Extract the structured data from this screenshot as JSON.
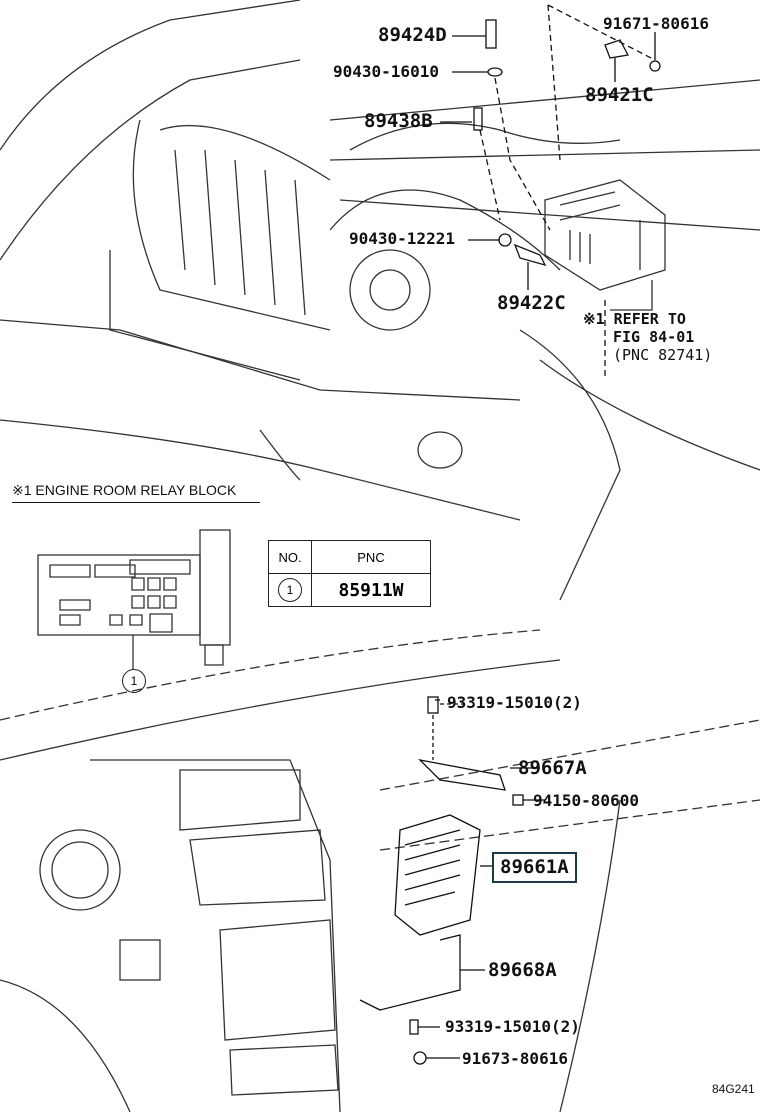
{
  "upper_labels": {
    "p89424D": "89424D",
    "p90430_16010": "90430-16010",
    "p89438B": "89438B",
    "p91671_80616": "91671-80616",
    "p89421C": "89421C",
    "p90430_12221": "90430-12221",
    "p89422C": "89422C"
  },
  "refer_note": {
    "line1": "※1 REFER TO",
    "line2": "FIG 84-01",
    "line3": "(PNC 82741)"
  },
  "relay_block": {
    "heading": "※1  ENGINE ROOM RELAY BLOCK",
    "callout": "1",
    "table": {
      "headers": [
        "NO.",
        "PNC"
      ],
      "rows": [
        {
          "no": "1",
          "pnc": "85911W"
        }
      ]
    }
  },
  "lower_labels": {
    "p93319_top": "93319-15010(2)",
    "p89667A": "89667A",
    "p94150_80600": "94150-80600",
    "p89661A": "89661A",
    "p89668A": "89668A",
    "p93319_bottom": "93319-15010(2)",
    "p91673_80616": "91673-80616"
  },
  "figure_code": "84G241",
  "colors": {
    "line": "#222222",
    "highlight_box": "#1d3a4a"
  }
}
